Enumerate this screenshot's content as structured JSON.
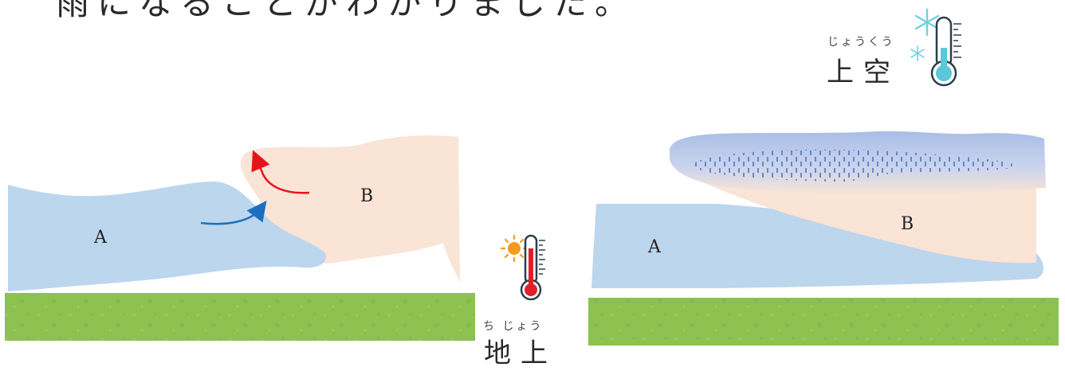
{
  "top_caption": "雨になることがわかりました。",
  "upper_air": {
    "ruby": "じょうくう",
    "label": "上空",
    "icon": "cold-thermometer-icon"
  },
  "ground": {
    "ruby": "ち じょう",
    "label": "地上",
    "icon": "hot-thermometer-icon"
  },
  "left_panel": {
    "air_a": "A",
    "air_b": "B"
  },
  "right_panel": {
    "air_a": "A",
    "air_b": "B"
  },
  "colors": {
    "cold_air": "#bcd6ee",
    "warm_air": "#f9e4d6",
    "ground": "#8dc150",
    "arrow_warm": "#e8121b",
    "arrow_cold": "#1f6fbf",
    "cloud": "#a9bde6",
    "rain": "#4a78c0"
  }
}
